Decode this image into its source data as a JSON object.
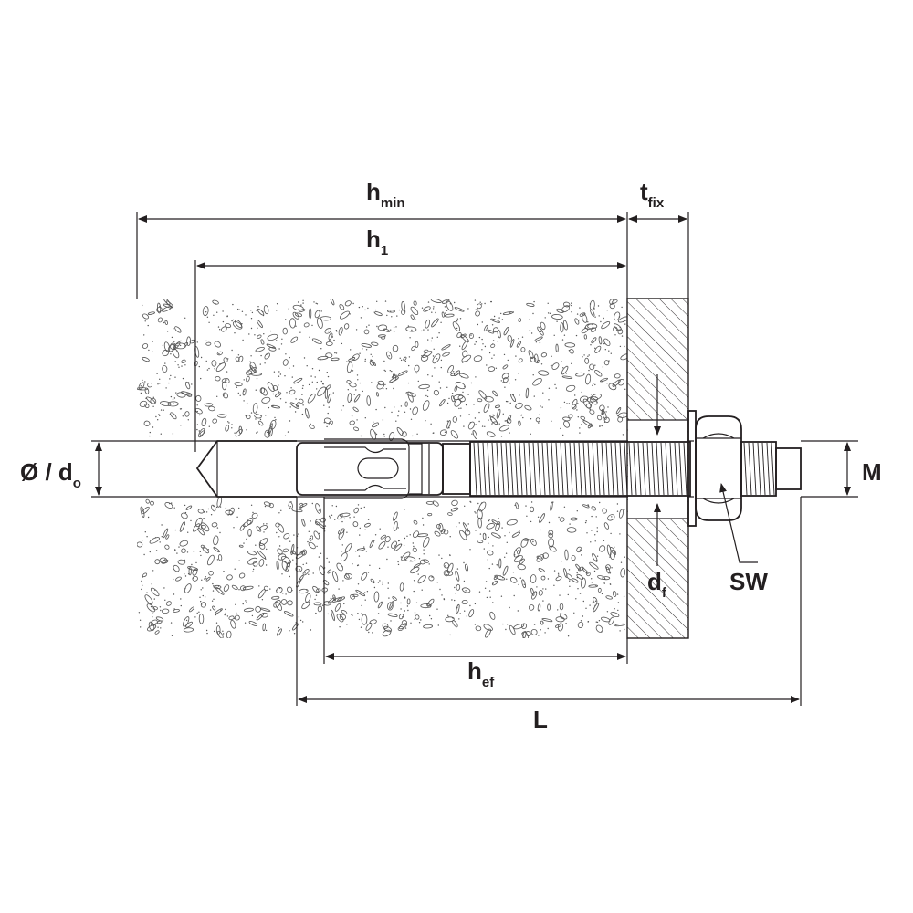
{
  "diagram": {
    "labels": {
      "h_min": {
        "main": "h",
        "sub": "min"
      },
      "t_fix": {
        "main": "t",
        "sub": "fix"
      },
      "h_1": {
        "main": "h",
        "sub": "1"
      },
      "diameter": {
        "main": "Ø / d",
        "sub": "o"
      },
      "M": {
        "main": "M"
      },
      "d_f": {
        "main": "d",
        "sub": "f"
      },
      "SW": {
        "main": "SW"
      },
      "h_ef": {
        "main": "h",
        "sub": "ef"
      },
      "L": {
        "main": "L"
      }
    },
    "colors": {
      "line": "#231f20",
      "background": "#ffffff",
      "speckle": "#555555"
    }
  }
}
